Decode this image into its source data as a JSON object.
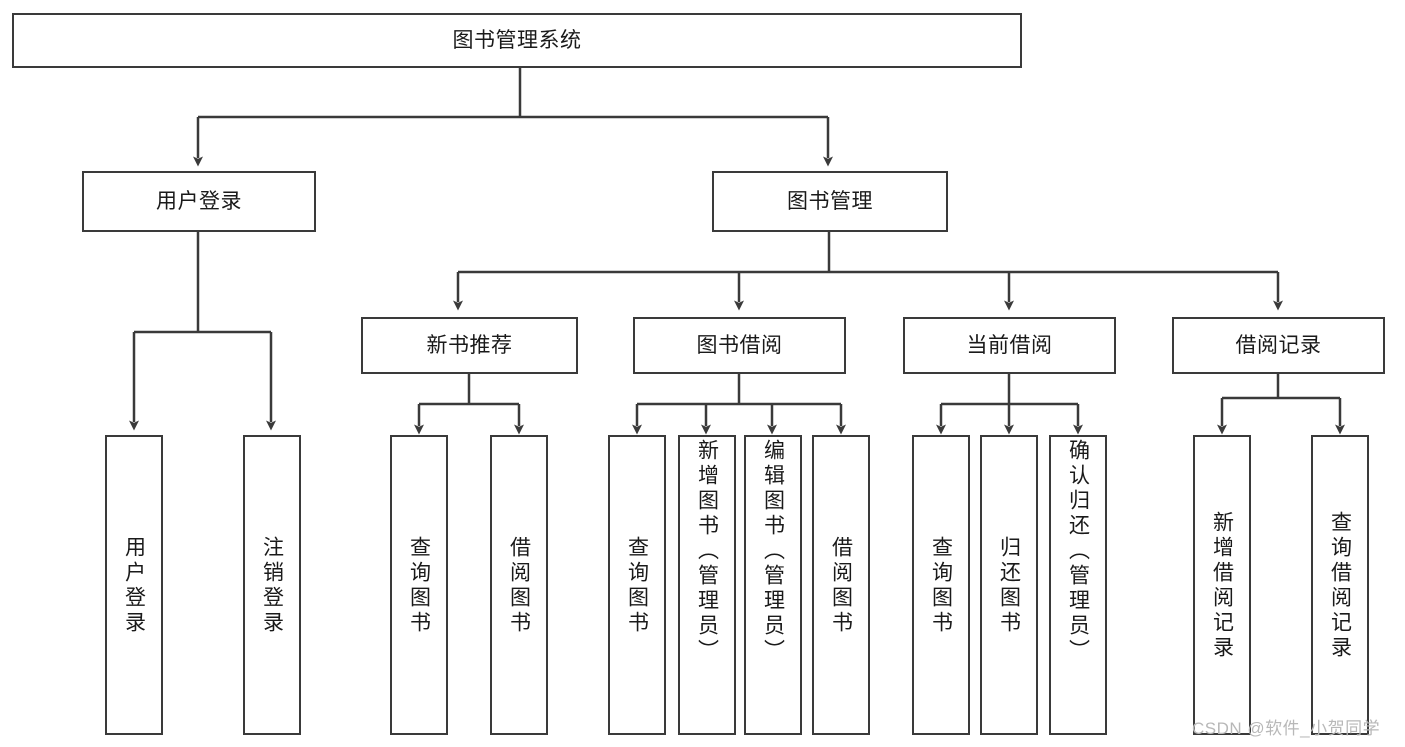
{
  "diagram": {
    "title_node": {
      "label": "图书管理系统"
    },
    "level2": [
      {
        "id": "user-login",
        "label": "用户登录"
      },
      {
        "id": "book-manage",
        "label": "图书管理"
      }
    ],
    "level3": [
      {
        "id": "new-book-rec",
        "label": "新书推荐"
      },
      {
        "id": "book-borrow",
        "label": "图书借阅"
      },
      {
        "id": "current-borrow",
        "label": "当前借阅"
      },
      {
        "id": "borrow-record",
        "label": "借阅记录"
      }
    ],
    "leaves": {
      "user_login": [
        {
          "id": "leaf-user-login",
          "label": "用户登录"
        },
        {
          "id": "leaf-logout",
          "label": "注销登录"
        }
      ],
      "new_book_rec": [
        {
          "id": "leaf-query-book-1",
          "label": "查询图书"
        },
        {
          "id": "leaf-borrow-book-1",
          "label": "借阅图书"
        }
      ],
      "book_borrow": [
        {
          "id": "leaf-query-book-2",
          "label": "查询图书"
        },
        {
          "id": "leaf-add-book",
          "label": "新增图书（管理员）"
        },
        {
          "id": "leaf-edit-book",
          "label": "编辑图书（管理员）"
        },
        {
          "id": "leaf-borrow-book-2",
          "label": "借阅图书"
        }
      ],
      "current_borrow": [
        {
          "id": "leaf-query-book-3",
          "label": "查询图书"
        },
        {
          "id": "leaf-return-book",
          "label": "归还图书"
        },
        {
          "id": "leaf-confirm-return",
          "label": "确认归还（管理员）"
        }
      ],
      "borrow_record": [
        {
          "id": "leaf-add-record",
          "label": "新增借阅记录"
        },
        {
          "id": "leaf-query-record",
          "label": "查询借阅记录"
        }
      ]
    }
  },
  "watermark": {
    "text": "CSDN @软件_小贺同学"
  },
  "colors": {
    "border": "#3a3a3a",
    "text": "#1a1a1a",
    "background": "#ffffff",
    "watermark": "#b8b8b8"
  }
}
